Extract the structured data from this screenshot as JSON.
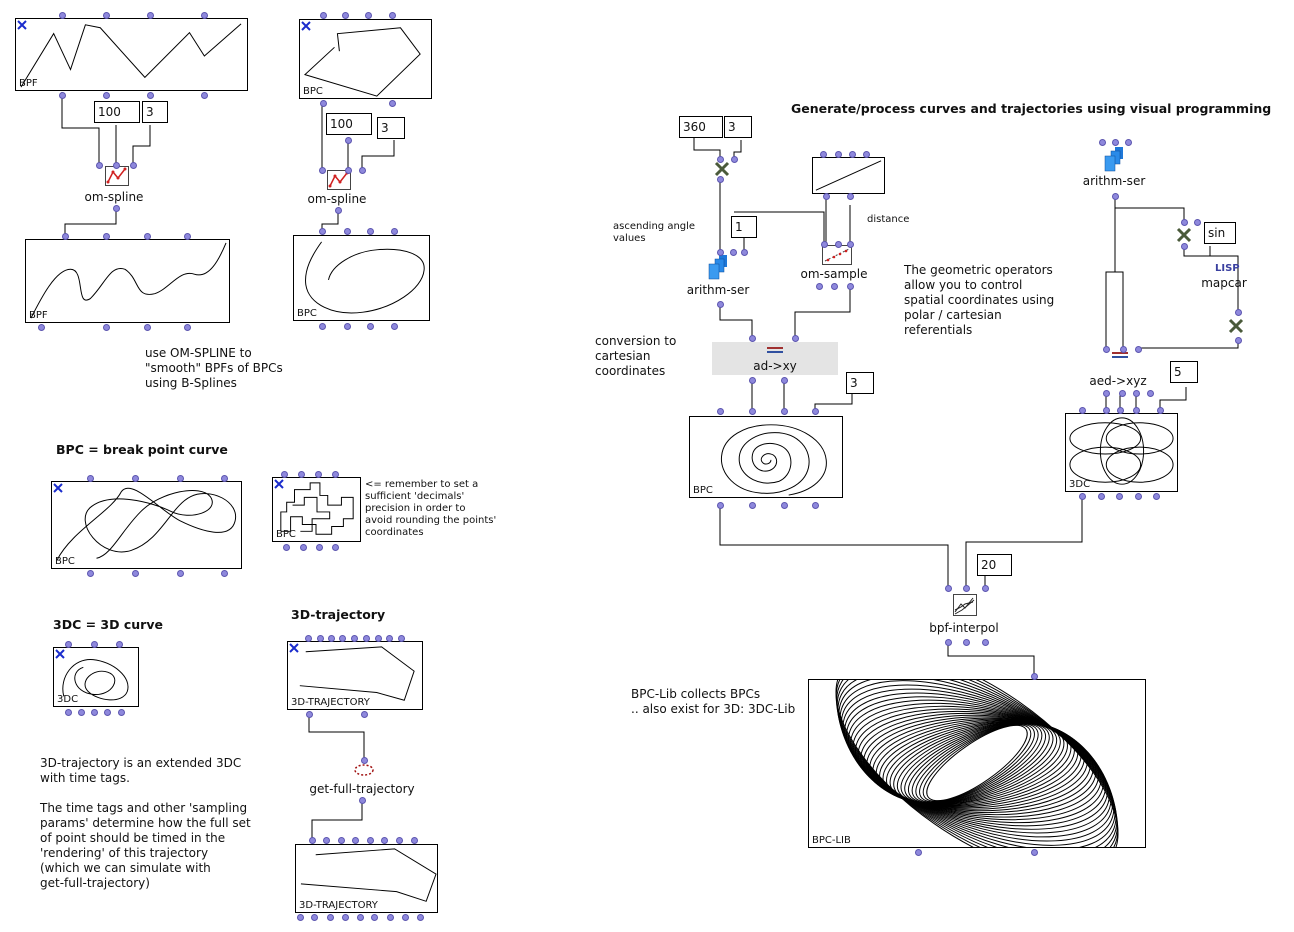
{
  "title": "Generate/process curves and trajectories using visual programming",
  "objects": {
    "bpf_top_label": "BPF",
    "bpc_top_label": "BPC",
    "bpf_out_label": "BPF",
    "bpc_out_label": "BPC",
    "bpc_mid_label": "BPC",
    "bpc_small_label": "BPC",
    "c3dc_label": "3DC",
    "traj1_label": "3D-TRAJECTORY",
    "traj2_label": "3D-TRAJECTORY",
    "spiral_label": "BPC",
    "c3dc_right_label": "3DC",
    "lib_label": "BPC-LIB",
    "om_spline1": "om-spline",
    "om_spline2": "om-spline",
    "get_full": "get-full-trajectory",
    "arithm1": "arithm-ser",
    "om_sample": "om-sample",
    "adxy": "ad->xy",
    "arithm2": "arithm-ser",
    "mapcar": "mapcar",
    "lisp": "LISP",
    "aedxyz": "aed->xyz",
    "bpf_interpol": "bpf-interpol"
  },
  "numbers": {
    "n100a": "100",
    "n3a": "3",
    "n100b": "100",
    "n3b": "3",
    "n360": "360",
    "n3c": "3",
    "n1": "1",
    "n3d": "3",
    "nsin": "sin",
    "n5": "5",
    "n20": "20"
  },
  "comments": {
    "spline_note": [
      "use OM-SPLINE to",
      "\"smooth\" BPFs of BPCs",
      "using B-Splines"
    ],
    "bpc_def": "BPC = break point curve",
    "decimals_note": [
      "<= remember to set a",
      "sufficient 'decimals'",
      "precision in order to",
      "avoid rounding the points'",
      "coordinates"
    ],
    "c3dc_def": "3DC = 3D curve",
    "traj_title": "3D-trajectory",
    "traj_note": [
      "3D-trajectory is an extended 3DC",
      "with time tags.",
      "",
      "The time tags and other 'sampling",
      "params' determine how the full set",
      "of point should be timed in the",
      "'rendering' of this trajectory",
      "(which we can simulate with",
      "get-full-trajectory)"
    ],
    "asc": [
      "ascending angle",
      "values"
    ],
    "distance": "distance",
    "conversion": [
      "conversion to",
      "cartesian",
      "coordinates"
    ],
    "geometric": [
      "The geometric operators",
      "allow you to control",
      "spatial coordinates using",
      "polar / cartesian",
      "referentials"
    ],
    "lib_note": [
      "BPC-Lib collects BPCs",
      ".. also exist for 3D: 3DC-Lib"
    ]
  },
  "colors": {
    "inlet": "#8e88dc",
    "lock": "#1a2ccc",
    "spline_red": "#d02020"
  }
}
